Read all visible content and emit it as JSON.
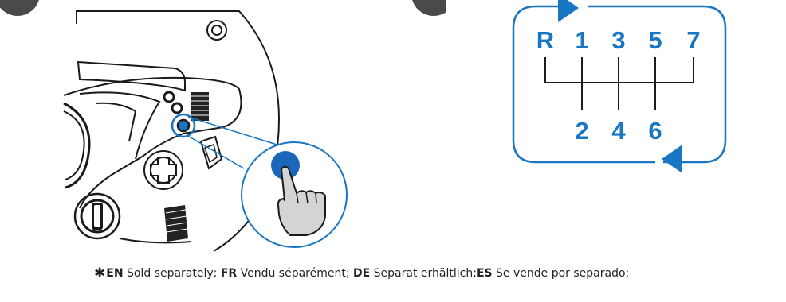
{
  "diagram": {
    "gears": [
      {
        "label": "R"
      },
      {
        "label": "1"
      },
      {
        "label": "3"
      },
      {
        "label": "5"
      },
      {
        "label": "7"
      },
      {
        "label": "2"
      },
      {
        "label": "4"
      },
      {
        "label": "6"
      }
    ]
  },
  "footnote": {
    "star": "✱",
    "entries": [
      {
        "code": "EN",
        "text": "Sold separately;"
      },
      {
        "code": "FR",
        "text": "Vendu séparément;"
      },
      {
        "code": "DE",
        "text": "Separat erhältlich;"
      },
      {
        "code": "ES",
        "text": "Se vende por separado;"
      }
    ]
  },
  "colors": {
    "accent": "#1976c2",
    "line": "#1a1a1a",
    "hand_fill": "#d4d4d4"
  }
}
